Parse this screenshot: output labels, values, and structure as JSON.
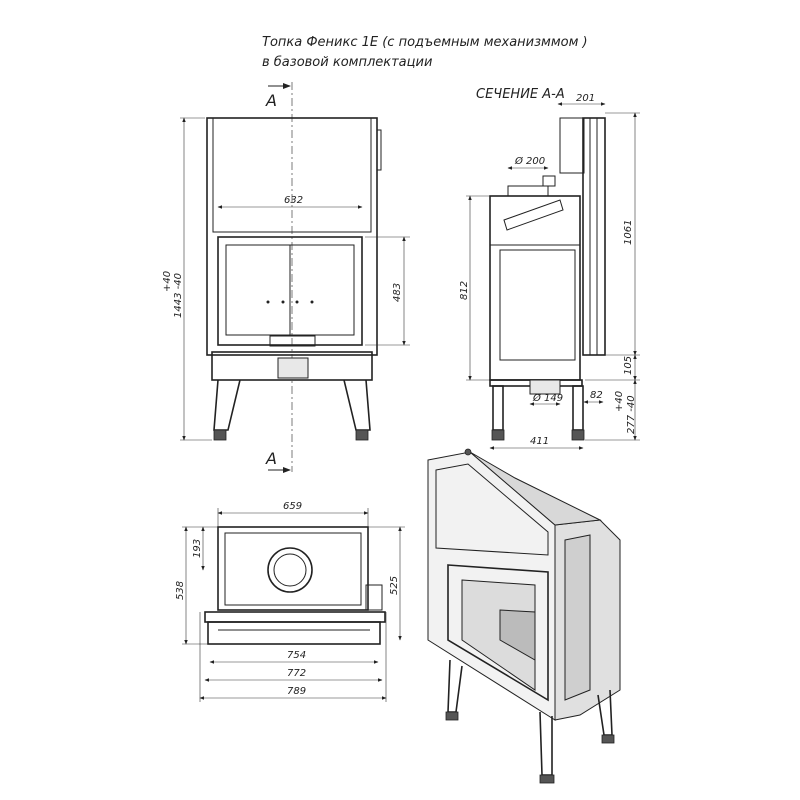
{
  "title": {
    "line1": "Топка Феникс 1Е (с подъемным механизммом )",
    "line2": "в базовой комплектации"
  },
  "front_view": {
    "section_mark_top": "A",
    "section_mark_bottom": "A",
    "width_dim": "632",
    "glass_height_dim": "483",
    "total_height_tol": "+40",
    "total_height_dim": "1443 -40"
  },
  "section_view": {
    "label": "СЕЧЕНИЕ А-А",
    "top_offset_dim": "201",
    "flue_dim": "Ø 200",
    "height_1061": "1061",
    "height_812": "812",
    "height_105": "105",
    "air_inlet_dim": "Ø 149",
    "depth_82": "82",
    "leg_tol": "+40",
    "leg_height_dim": "277 -40",
    "depth_dim": "411"
  },
  "top_view": {
    "width_659": "659",
    "depth_193": "193",
    "depth_538": "538",
    "depth_525": "525",
    "width_754": "754",
    "width_772": "772",
    "width_789": "789"
  }
}
